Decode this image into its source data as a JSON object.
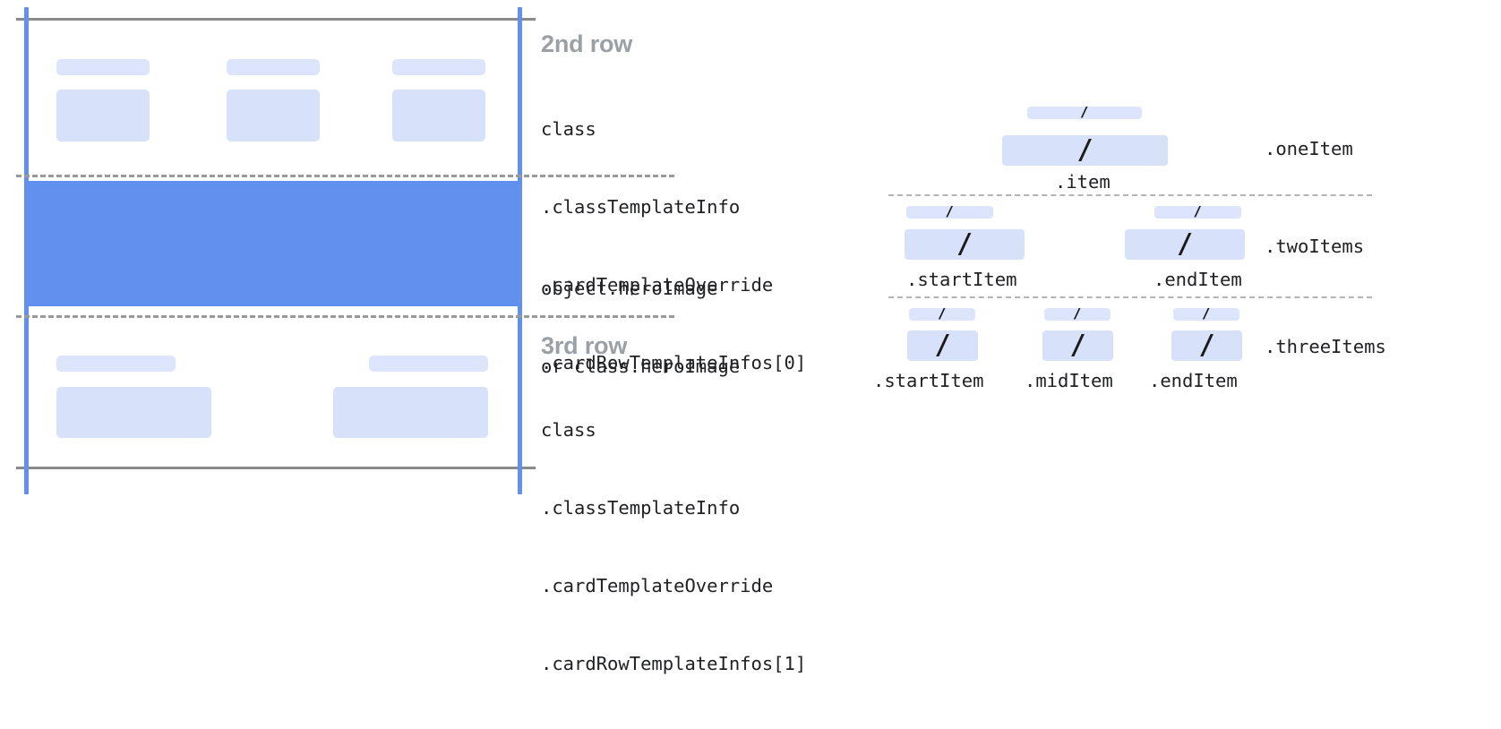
{
  "diagram": {
    "title_hidden": "",
    "left_panel": {
      "rows": [
        {
          "heading": "2nd row",
          "code_lines": [
            "class",
            ".classTemplateInfo",
            ".cardTemplateOverride",
            ".cardRowTemplateInfos[0]"
          ]
        },
        {
          "heading": "",
          "code_lines": [
            "object.heroImage",
            "or class.heroImage"
          ]
        },
        {
          "heading": "3rd row",
          "code_lines": [
            "class",
            ".classTemplateInfo",
            ".cardTemplateOverride",
            ".cardRowTemplateInfos[1]"
          ]
        }
      ]
    },
    "right_panel": {
      "placeholder_glyph": "/",
      "groups": [
        {
          "label": ".oneItem",
          "sub_labels": [
            ".item"
          ]
        },
        {
          "label": ".twoItems",
          "sub_labels": [
            ".startItem",
            ".endItem"
          ]
        },
        {
          "label": ".threeItems",
          "sub_labels": [
            ".startItem",
            ".midItem",
            ".endItem"
          ]
        }
      ]
    },
    "colors": {
      "rail_blue": "#6190ee",
      "hero_blue": "#6190ee",
      "chip_blue": "#d7e1fa",
      "chip_light": "#dce5fb",
      "outline_gray": "#8a8a8a",
      "dashed_gray": "#9a9a9a",
      "heading_gray": "#9aa0a6",
      "text_dark": "#202124"
    }
  }
}
